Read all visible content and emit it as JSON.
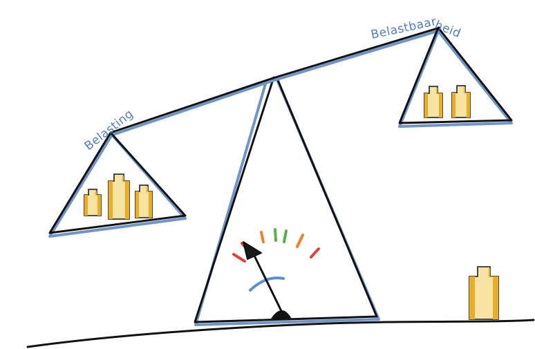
{
  "labels": {
    "left": "Belasting",
    "right_1": "Belastbaar",
    "right_2": "heid"
  },
  "colors": {
    "ink": "#111111",
    "shadow_blue": "#6f94c8",
    "label_blue": "#4f7fbf",
    "weight_fill": "#f6e3a4",
    "weight_shade": "#e9ad28",
    "gauge_red": "#e2413b",
    "gauge_orange": "#f07f2a",
    "gauge_green": "#58b04a",
    "gauge_blue": "#5a8fcf"
  },
  "gauge": {
    "tick_colors": [
      "gauge_red",
      "gauge_red",
      "gauge_orange",
      "gauge_green",
      "gauge_green",
      "gauge_orange",
      "gauge_red"
    ]
  },
  "icons": {
    "left_pan": "weights-icon",
    "right_pan": "weights-icon",
    "ground": "weight-icon",
    "gauge": "gauge-icon"
  }
}
